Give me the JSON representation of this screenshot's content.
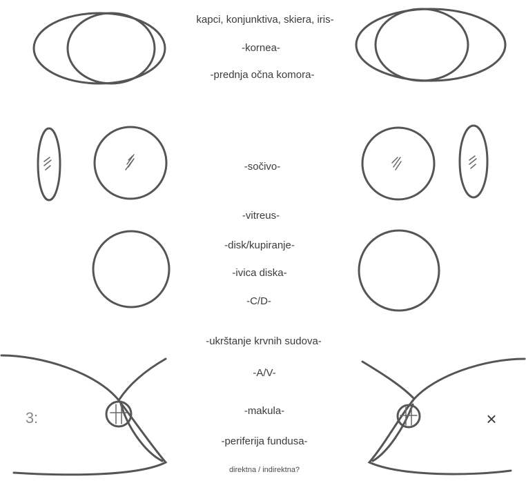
{
  "labels": {
    "lids": "kapci, konjunktiva, skiera, iris-",
    "cornea": "-kornea-",
    "anterior_chamber": "-prednja očna komora-",
    "lens": "-sočivo-",
    "vitreous": "-vitreus-",
    "disc_cupping": "-disk/kupiranje-",
    "disc_rim": "-ivica diska-",
    "cd_ratio": "-C/D-",
    "vessel_crossing": "-ukrštanje krvnih sudova-",
    "av_ratio": "-A/V-",
    "macula": "-makula-",
    "periphery": "-periferija fundusa-",
    "footer": "direktna / indirektna?"
  },
  "marks": {
    "left_fundus": "3:",
    "right_fundus": "×"
  }
}
